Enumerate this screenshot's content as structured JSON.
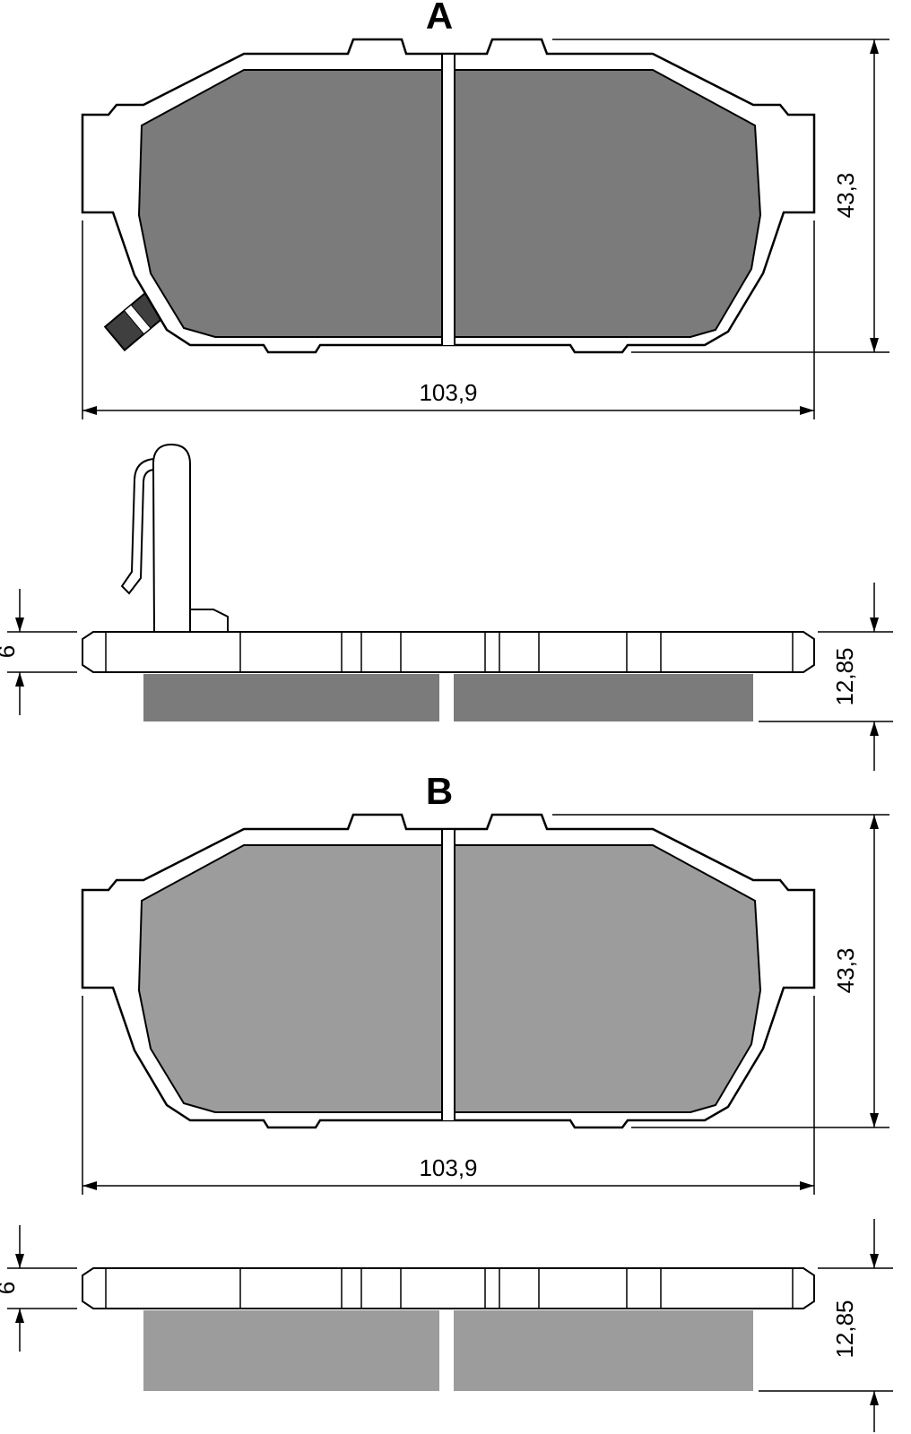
{
  "drawing": {
    "background": "#ffffff",
    "line_color": "#000000"
  },
  "views": {
    "a": {
      "label": "A",
      "width_mm": "103,9",
      "height_mm": "43,3",
      "plate_thickness_mm": "6",
      "total_thickness_mm": "12,85",
      "friction_color": "#7b7b7b"
    },
    "b": {
      "label": "B",
      "width_mm": "103,9",
      "height_mm": "43,3",
      "plate_thickness_mm": "6",
      "total_thickness_mm": "12,85",
      "friction_color": "#9c9c9c"
    }
  }
}
